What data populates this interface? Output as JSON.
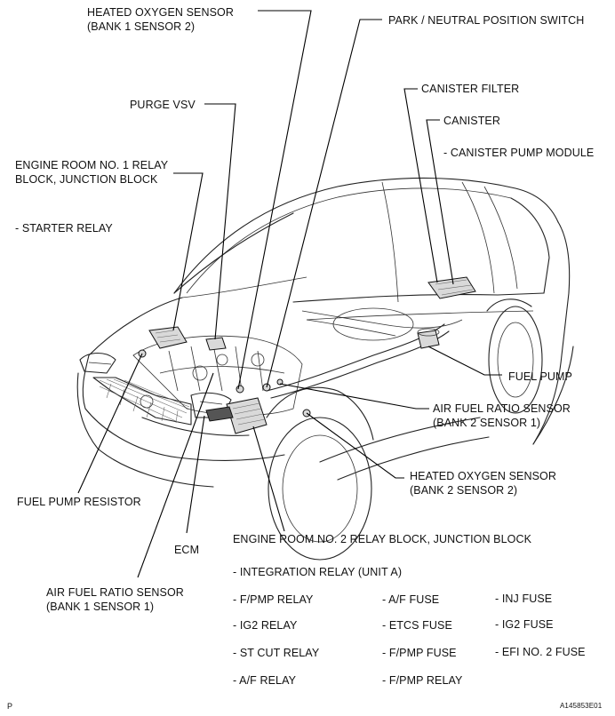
{
  "labels": {
    "heated_o2_b1s2": [
      "HEATED OXYGEN SENSOR",
      "(BANK 1 SENSOR 2)"
    ],
    "park_neutral": "PARK / NEUTRAL POSITION SWITCH",
    "canister_filter": "CANISTER FILTER",
    "canister": "CANISTER",
    "canister_pump_module": "- CANISTER PUMP MODULE",
    "purge_vsv": "PURGE VSV",
    "engine_room_no1": [
      "ENGINE ROOM NO. 1 RELAY",
      "BLOCK, JUNCTION BLOCK"
    ],
    "starter_relay": "- STARTER RELAY",
    "fuel_pump": "FUEL PUMP",
    "af_sensor_b2s1": [
      "AIR FUEL RATIO SENSOR",
      "(BANK 2 SENSOR 1)"
    ],
    "heated_o2_b2s2": [
      "HEATED OXYGEN SENSOR",
      "(BANK 2 SENSOR 2)"
    ],
    "fuel_pump_resistor": "FUEL PUMP RESISTOR",
    "ecm": "ECM",
    "engine_room_no2": "ENGINE ROOM NO. 2 RELAY BLOCK, JUNCTION BLOCK",
    "integration_relay": "- INTEGRATION RELAY (UNIT A)",
    "af_sensor_b1s1": [
      "AIR FUEL RATIO SENSOR",
      "(BANK 1 SENSOR 1)"
    ]
  },
  "relay_list": {
    "col1": [
      "- F/PMP RELAY",
      "- IG2 RELAY",
      "- ST CUT RELAY",
      "- A/F RELAY"
    ],
    "col2": [
      "- A/F FUSE",
      "- ETCS FUSE",
      "- F/PMP FUSE",
      "- F/PMP RELAY"
    ],
    "col3": [
      "- INJ FUSE",
      "- IG2 FUSE",
      "- EFI NO. 2 FUSE"
    ]
  },
  "footer": {
    "corner_letter": "P",
    "figure_code": "A145853E01"
  }
}
